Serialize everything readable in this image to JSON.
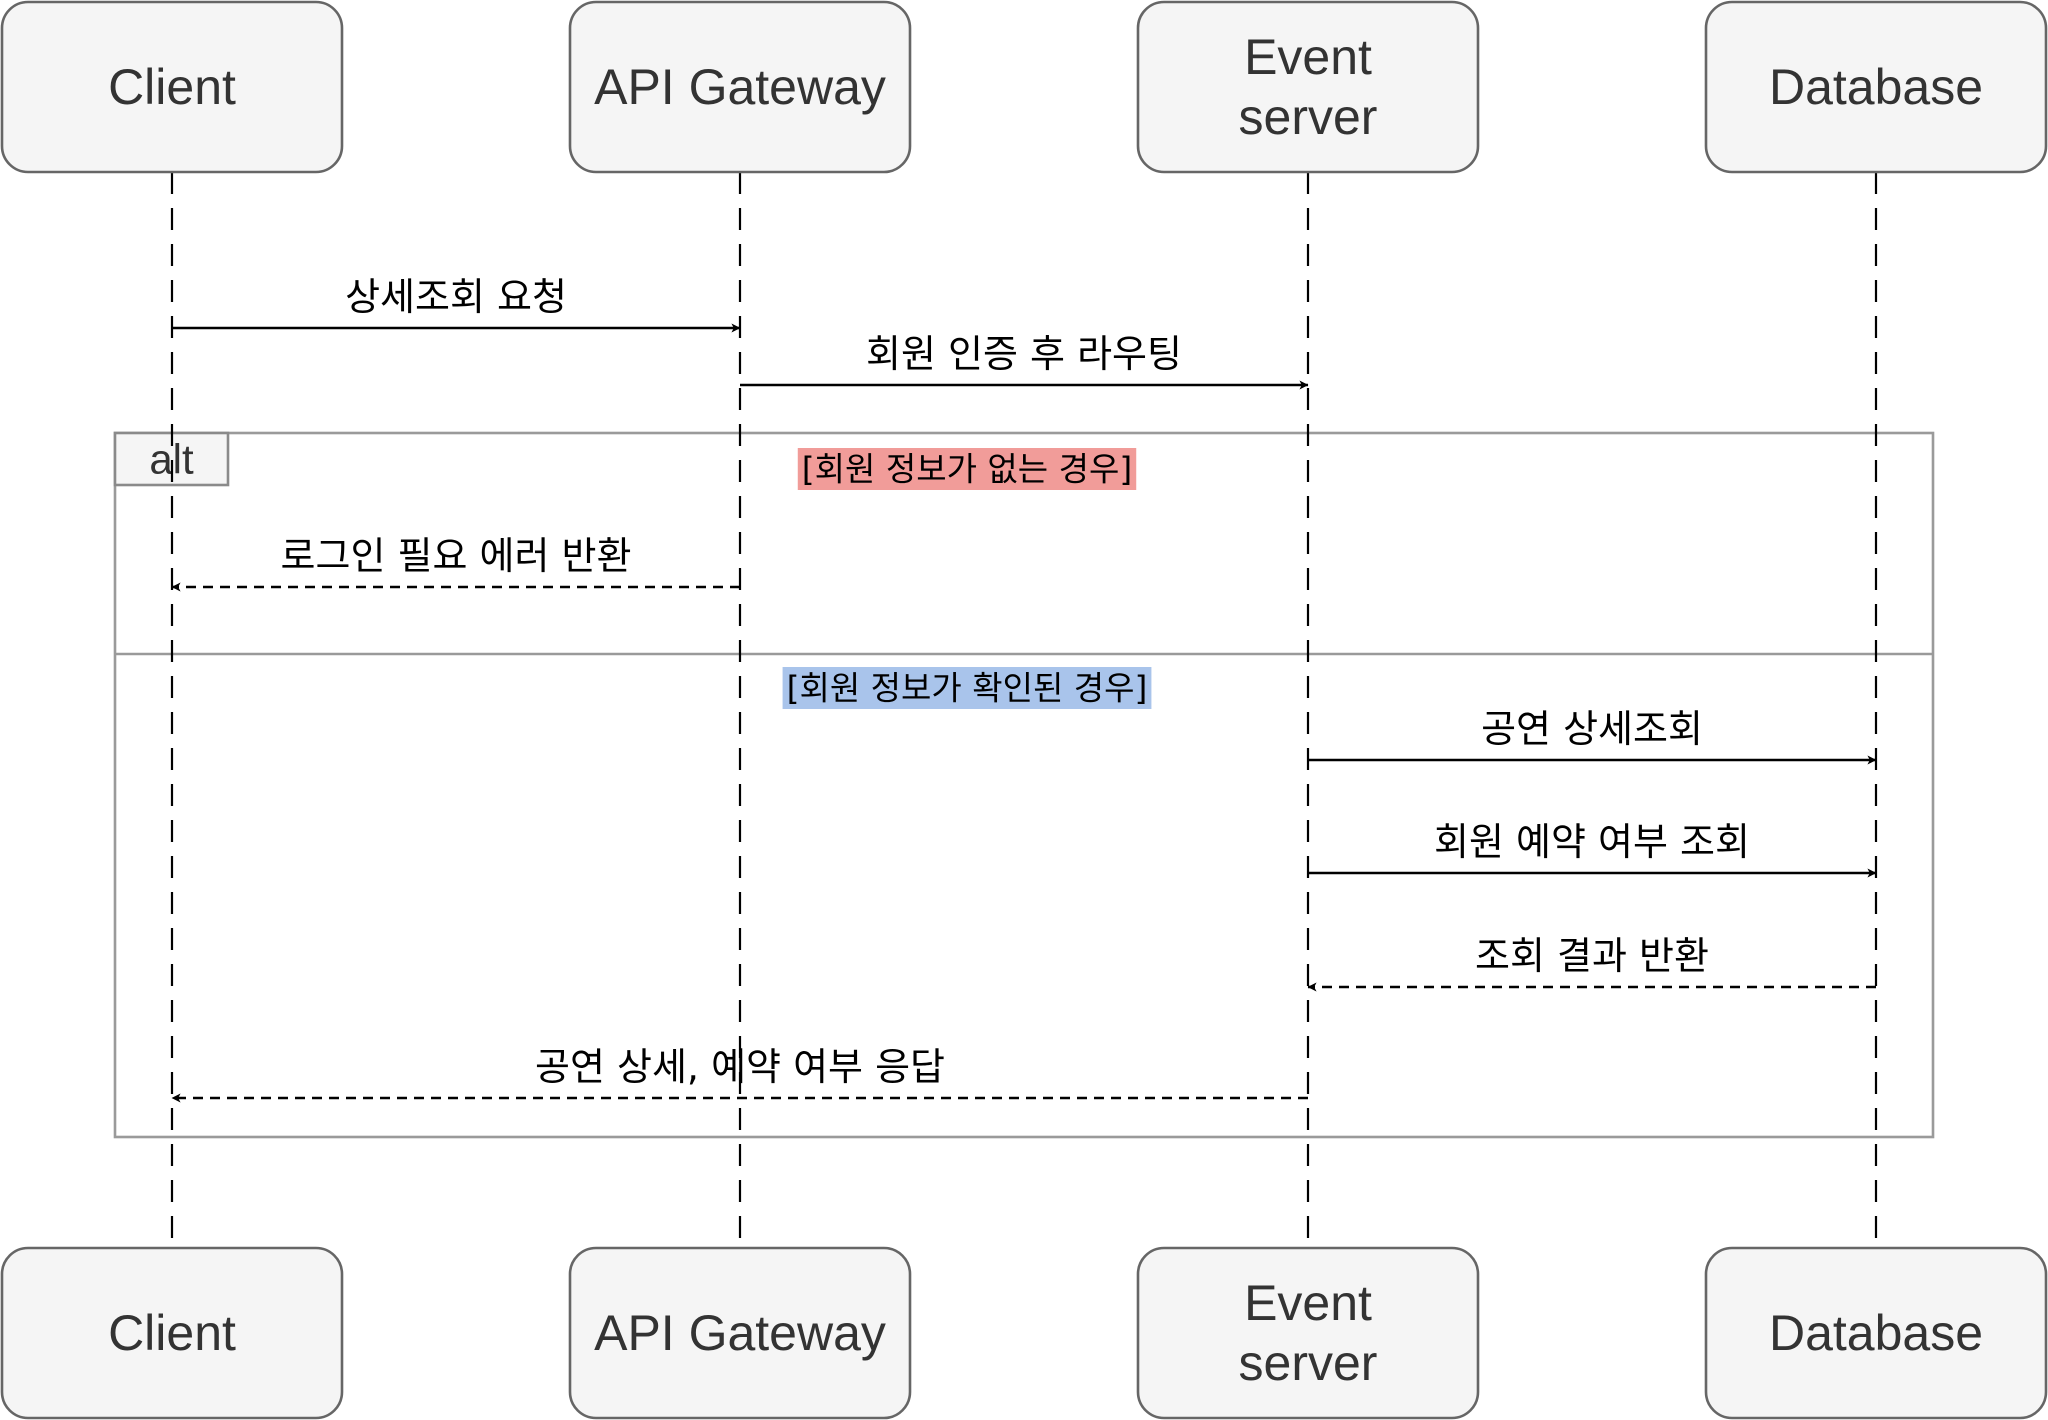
{
  "participants": [
    {
      "id": "client",
      "label_lines": [
        "Client"
      ]
    },
    {
      "id": "gateway",
      "label_lines": [
        "API Gateway"
      ]
    },
    {
      "id": "event",
      "label_lines": [
        "Event",
        "server"
      ]
    },
    {
      "id": "db",
      "label_lines": [
        "Database"
      ]
    }
  ],
  "messages": [
    {
      "from": "client",
      "to": "gateway",
      "label": "상세조회 요청",
      "dashed": false
    },
    {
      "from": "gateway",
      "to": "event",
      "label": "회원 인증 후 라우팅",
      "dashed": false
    },
    {
      "from": "gateway",
      "to": "client",
      "label": "로그인 필요 에러 반환",
      "dashed": true
    },
    {
      "from": "event",
      "to": "db",
      "label": "공연 상세조회",
      "dashed": false
    },
    {
      "from": "event",
      "to": "db",
      "label": "회원 예약 여부 조회",
      "dashed": false
    },
    {
      "from": "db",
      "to": "event",
      "label": "조회 결과 반환",
      "dashed": true
    },
    {
      "from": "event",
      "to": "client",
      "label": "공연 상세, 예약 여부 응답",
      "dashed": true
    }
  ],
  "fragment": {
    "tag": "alt",
    "guards": [
      {
        "label": "[회원 정보가 없는 경우]",
        "color": "#f19c99"
      },
      {
        "label": "[회원 정보가 확인된 경우]",
        "color": "#a9c4eb"
      }
    ]
  },
  "colors": {
    "box_fill": "#f5f5f5",
    "box_stroke": "#666666",
    "frame_stroke": "#9a9a9a",
    "text": "#333333"
  }
}
